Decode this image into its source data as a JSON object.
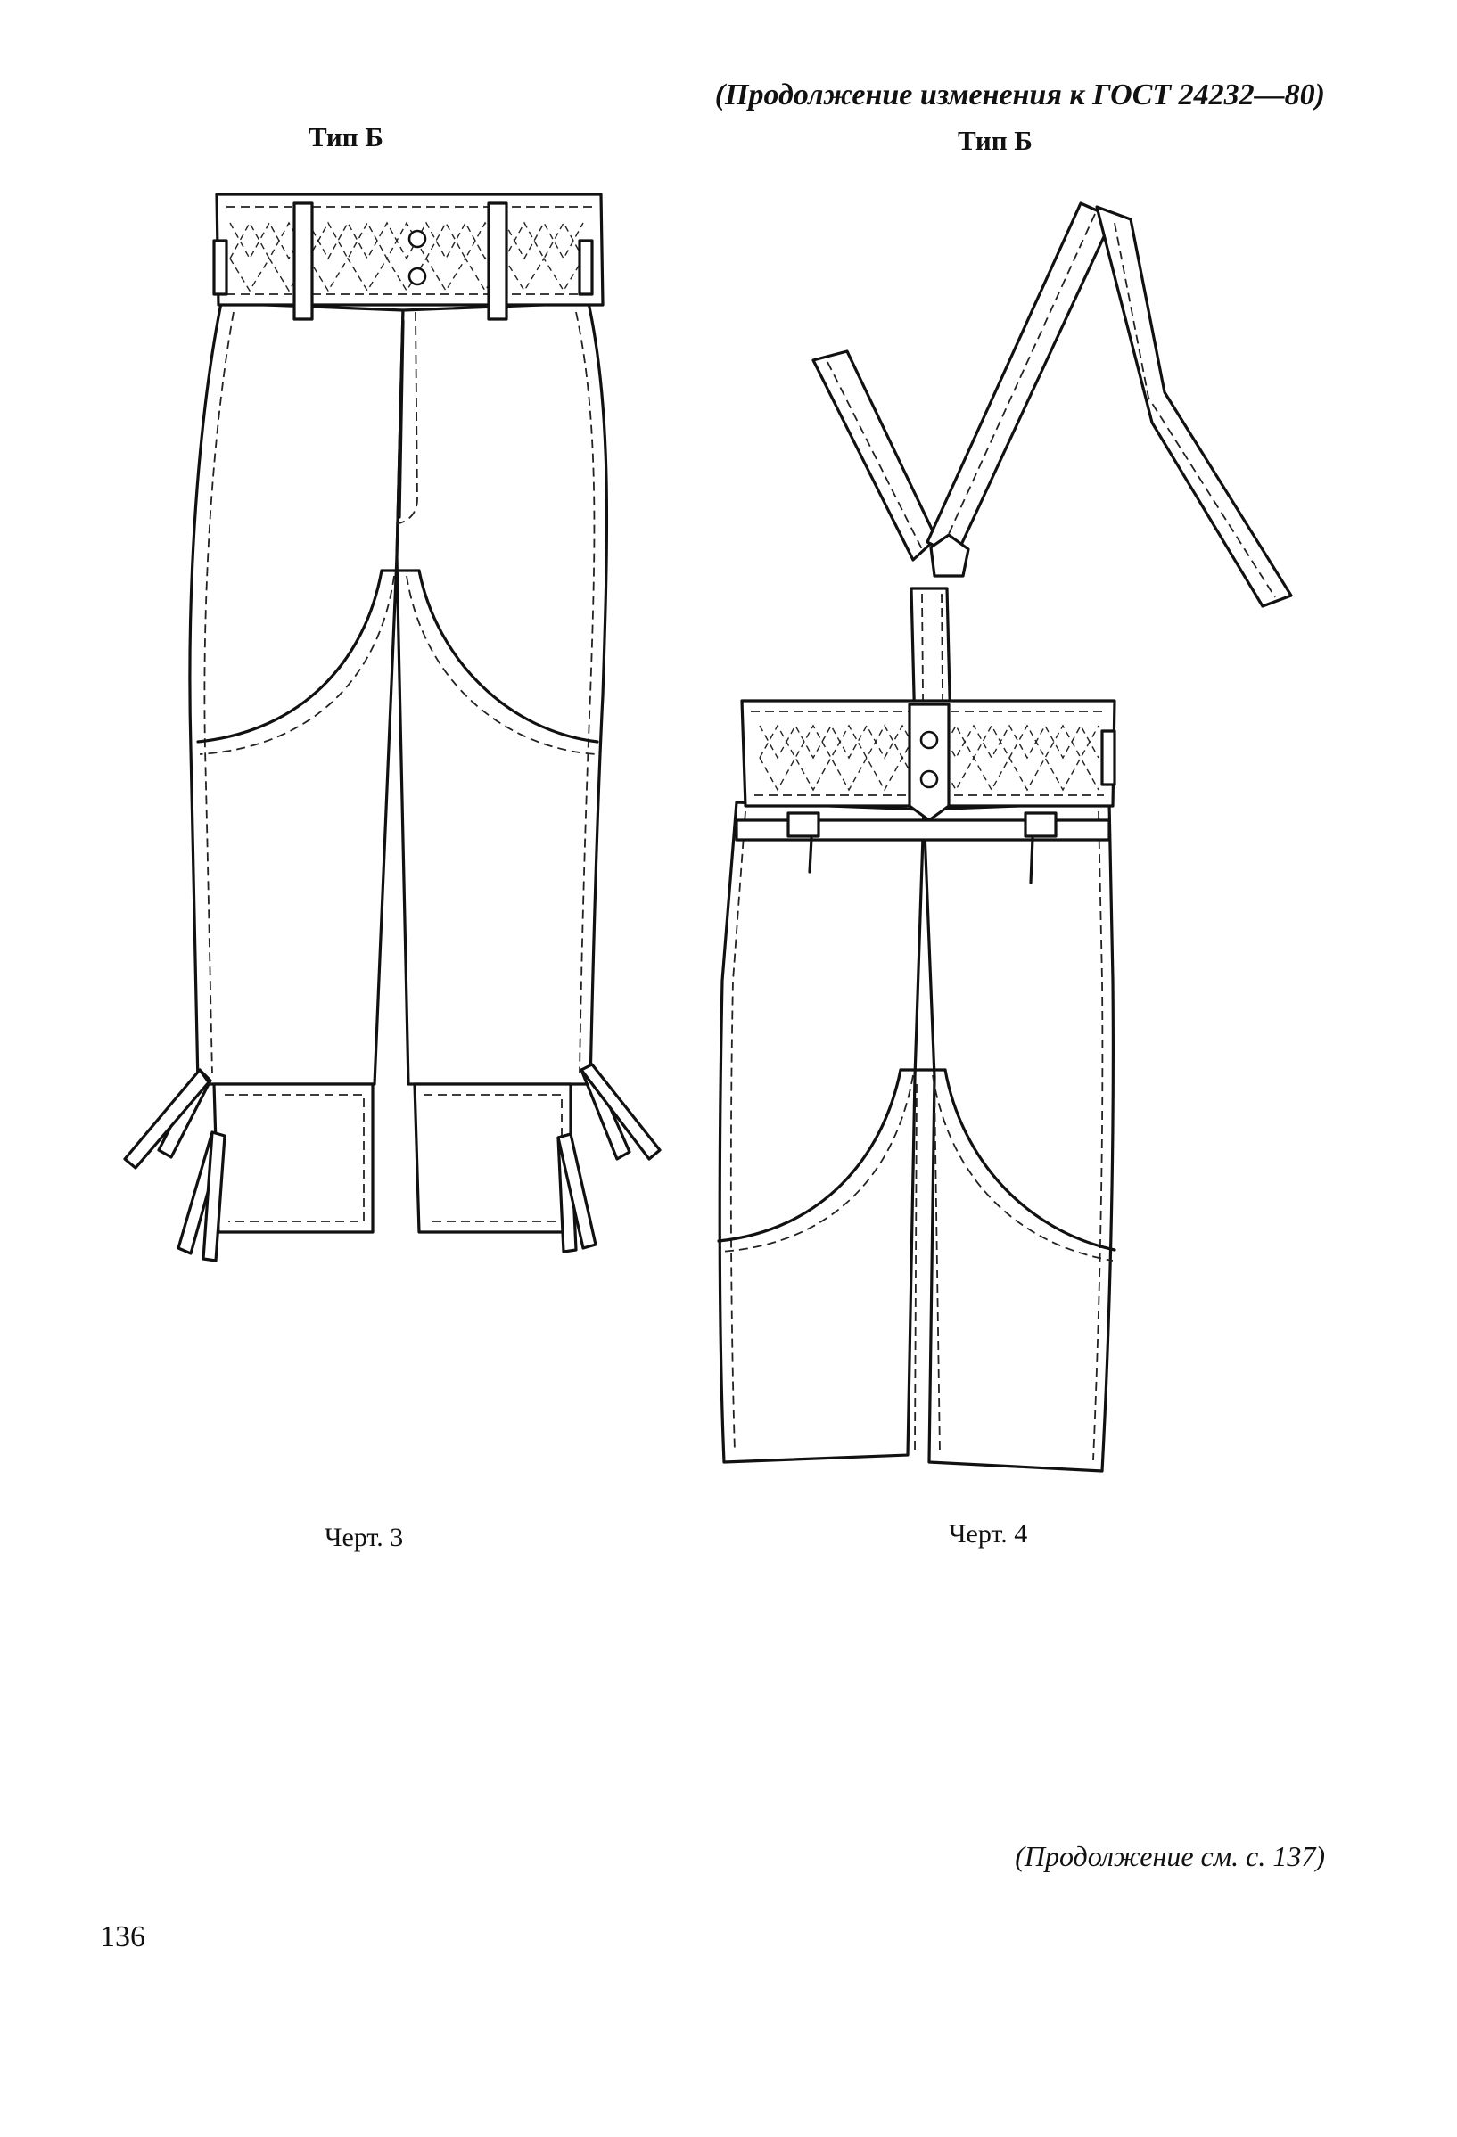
{
  "header": {
    "continuation_text": "(Продолжение изменения к ГОСТ 24232—80)"
  },
  "figures": [
    {
      "type_label": "Тип Б",
      "caption": "Черт. 3"
    },
    {
      "type_label": "Тип Б",
      "caption": "Черт. 4"
    }
  ],
  "footer": {
    "continuation_text": "(Продолжение см. с. 137)"
  },
  "page_number": "136"
}
